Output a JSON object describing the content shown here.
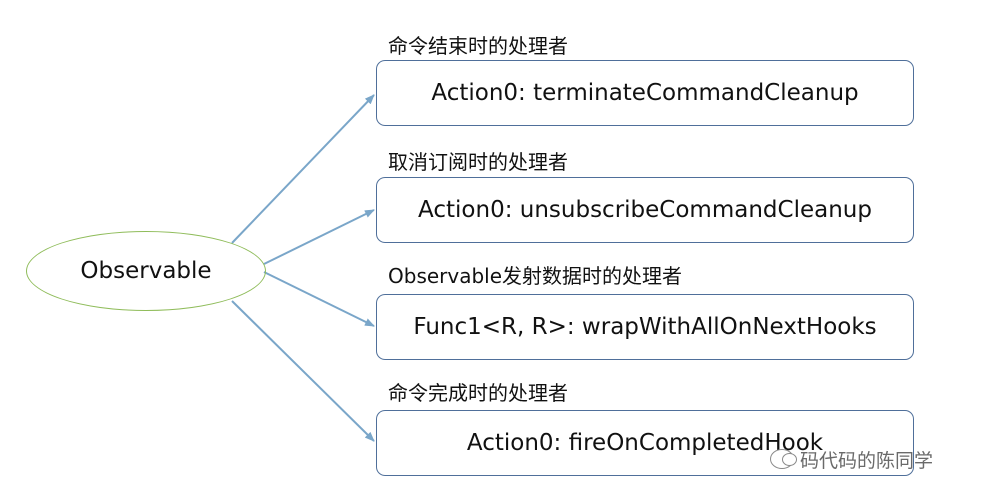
{
  "root": {
    "label": "Observable"
  },
  "branches": [
    {
      "heading": "命令结束时的处理者",
      "box": "Action0: terminateCommandCleanup"
    },
    {
      "heading": "取消订阅时的处理者",
      "box": "Action0: unsubscribeCommandCleanup"
    },
    {
      "heading": "Observable发射数据时的处理者",
      "box": "Func1<R, R>: wrapWithAllOnNextHooks"
    },
    {
      "heading": "命令完成时的处理者",
      "box": "Action0: fireOnCompletedHook"
    }
  ],
  "watermark": {
    "text": "码代码的陈同学",
    "icon": "wechat-icon"
  },
  "colors": {
    "arrow": "#7aa6c9",
    "box_border": "#4f6f9a",
    "ellipse_border": "#8fbc5a"
  }
}
